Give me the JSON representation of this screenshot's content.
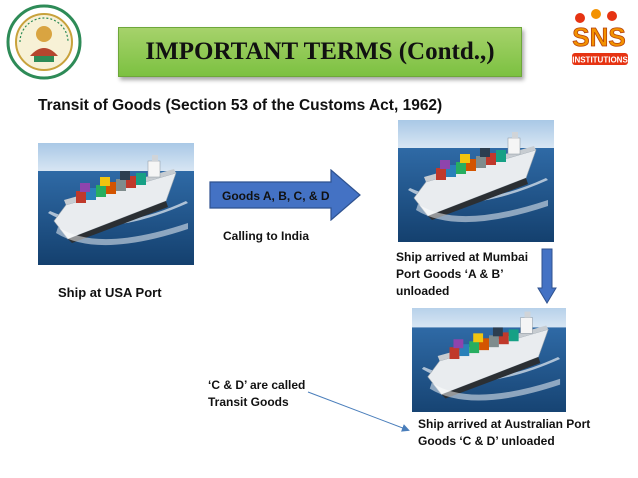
{
  "title": "IMPORTANT TERMS (Contd.,)",
  "subtitle": "Transit of Goods (Section 53 of the Customs Act, 1962)",
  "arrow_label": "Goods A, B, C, & D",
  "calling_label": "Calling to India",
  "usa_label": "Ship at USA Port",
  "mumbai_label": [
    "Ship arrived at Mumbai",
    "Port Goods ‘A & B’",
    "unloaded"
  ],
  "transit_note": [
    "‘C & D’ are called",
    "Transit Goods"
  ],
  "australia_label": [
    "Ship arrived at Australian Port",
    "Goods ‘C & D’ unloaded"
  ],
  "logo_right_text": [
    "SNS",
    "INSTITUTIONS"
  ],
  "colors": {
    "title_bg": "#8cc84b",
    "arrow_fill": "#4472c4",
    "arrow_outline": "#2f528f",
    "connector": "#4a7ebb"
  }
}
